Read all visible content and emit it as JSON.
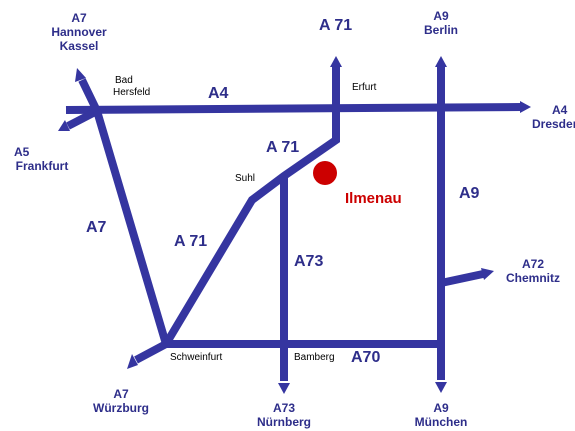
{
  "colors": {
    "road": "#3535a0",
    "label": "#2e2e8a",
    "target": "#cc0000",
    "city": "#000000"
  },
  "destinations": {
    "a7_north": {
      "route": "A7",
      "places": [
        "Hannover",
        "Kassel"
      ]
    },
    "a71_north": {
      "route": "A 71"
    },
    "a9_north": {
      "route": "A9",
      "places": [
        "Berlin"
      ]
    },
    "a4_east": {
      "route": "A4",
      "places": [
        "Dresden"
      ]
    },
    "a5_west": {
      "route": "A5",
      "places": [
        "Frankfurt"
      ]
    },
    "a72_east": {
      "route": "A72",
      "places": [
        "Chemnitz"
      ]
    },
    "a7_south": {
      "route": "A7",
      "places": [
        "Würzburg"
      ]
    },
    "a73_south": {
      "route": "A73",
      "places": [
        "Nürnberg"
      ]
    },
    "a9_south": {
      "route": "A9",
      "places": [
        "München"
      ]
    }
  },
  "road_labels": {
    "a4": "A4",
    "a71_upper": "A 71",
    "a71_lower": "A 71",
    "a7": "A7",
    "a73": "A73",
    "a9": "A9",
    "a70": "A70"
  },
  "cities": {
    "bad_hersfeld": [
      "Bad",
      "Hersfeld"
    ],
    "erfurt": "Erfurt",
    "suhl": "Suhl",
    "schweinfurt": "Schweinfurt",
    "bamberg": "Bamberg"
  },
  "target": {
    "name": "Ilmenau"
  }
}
